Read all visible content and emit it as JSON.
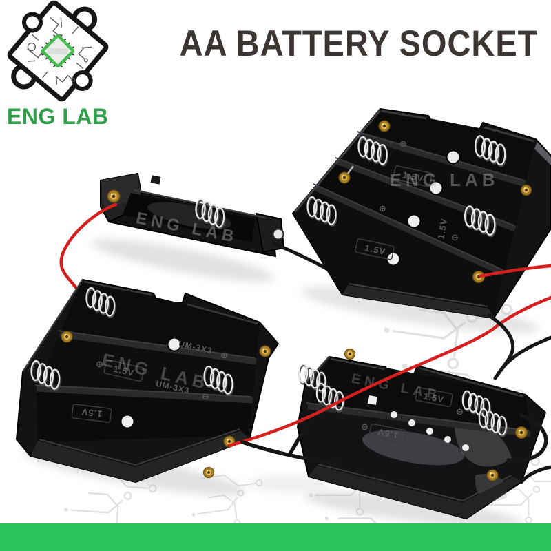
{
  "brand": {
    "logo_text": "ENG LAB"
  },
  "header": {
    "title": "AA BATTERY SOCKET"
  },
  "watermark": {
    "text": "ENG LAB"
  },
  "product_markings": {
    "voltage": "1.5V",
    "model": "UM-3X3",
    "positive": "⊕",
    "negative": "⊖"
  },
  "colors": {
    "brand_green": "#2f9e48",
    "footer_green": "#28c45a",
    "title_gray": "#3b3533",
    "wire_red": "#d61f1f",
    "wire_black": "#161616",
    "plastic_black": "#131314",
    "spring_silver": "#e8e8e8",
    "brass": "#c9a23c",
    "pcb_trace_gray": "#dcdfdc"
  }
}
